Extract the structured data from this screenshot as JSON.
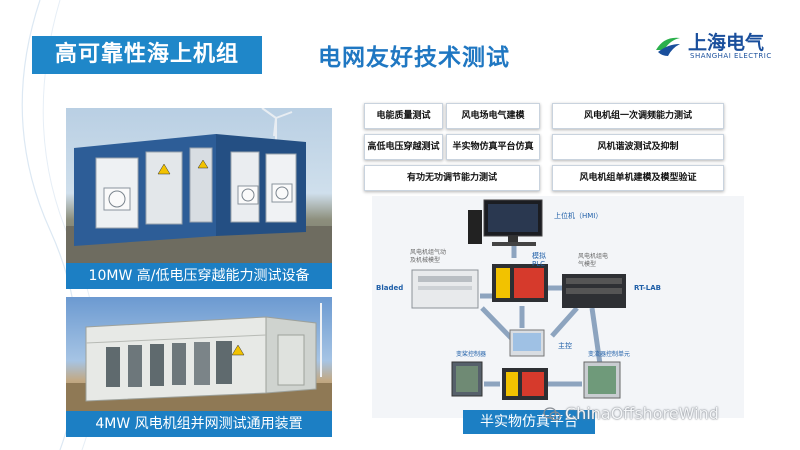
{
  "header": {
    "title": "高可靠性海上机组",
    "subtitle": "电网友好技术测试"
  },
  "logo": {
    "name_cn": "上海电气",
    "name_en": "SHANGHAI ELECTRIC"
  },
  "photos": {
    "caption_1": "10MW 高/低电压穿越能力测试设备",
    "caption_2": "4MW 风电机组并网测试通用装置"
  },
  "tests": {
    "items": [
      "电能质量测试",
      "风电场电气建模",
      "高低电压穿越测试",
      "半实物仿真平台仿真",
      "有功无功调节能力测试",
      "风电机组一次调频能力测试",
      "风机谐波测试及抑制",
      "风电机组单机建模及模型验证"
    ]
  },
  "diagram": {
    "hmi_label": "上位机（HMI）",
    "plc_label": "模拟\nPLC",
    "plc_top": "模拟",
    "plc_bottom": "PLC",
    "bladed_label": "Bladed",
    "aero_model_1": "风电机组气动",
    "aero_model_2": "及机械模型",
    "elec_model_1": "风电机组电",
    "elec_model_2": "气模型",
    "rtlab_label": "RT-LAB",
    "main_control_label": "主控",
    "pitch_cabinet_label": "变桨控制器",
    "converter_label": "变流器控制单元",
    "platform_label": "半实物仿真平台"
  },
  "watermark": {
    "text": "ChinaOffshoreWind"
  },
  "colors": {
    "title_bg": "#1f87c9",
    "accent_blue": "#1f77c2",
    "caption_bg": "#1c7fc4",
    "logo_green": "#2bb04c",
    "logo_blue": "#1a4f9c"
  }
}
